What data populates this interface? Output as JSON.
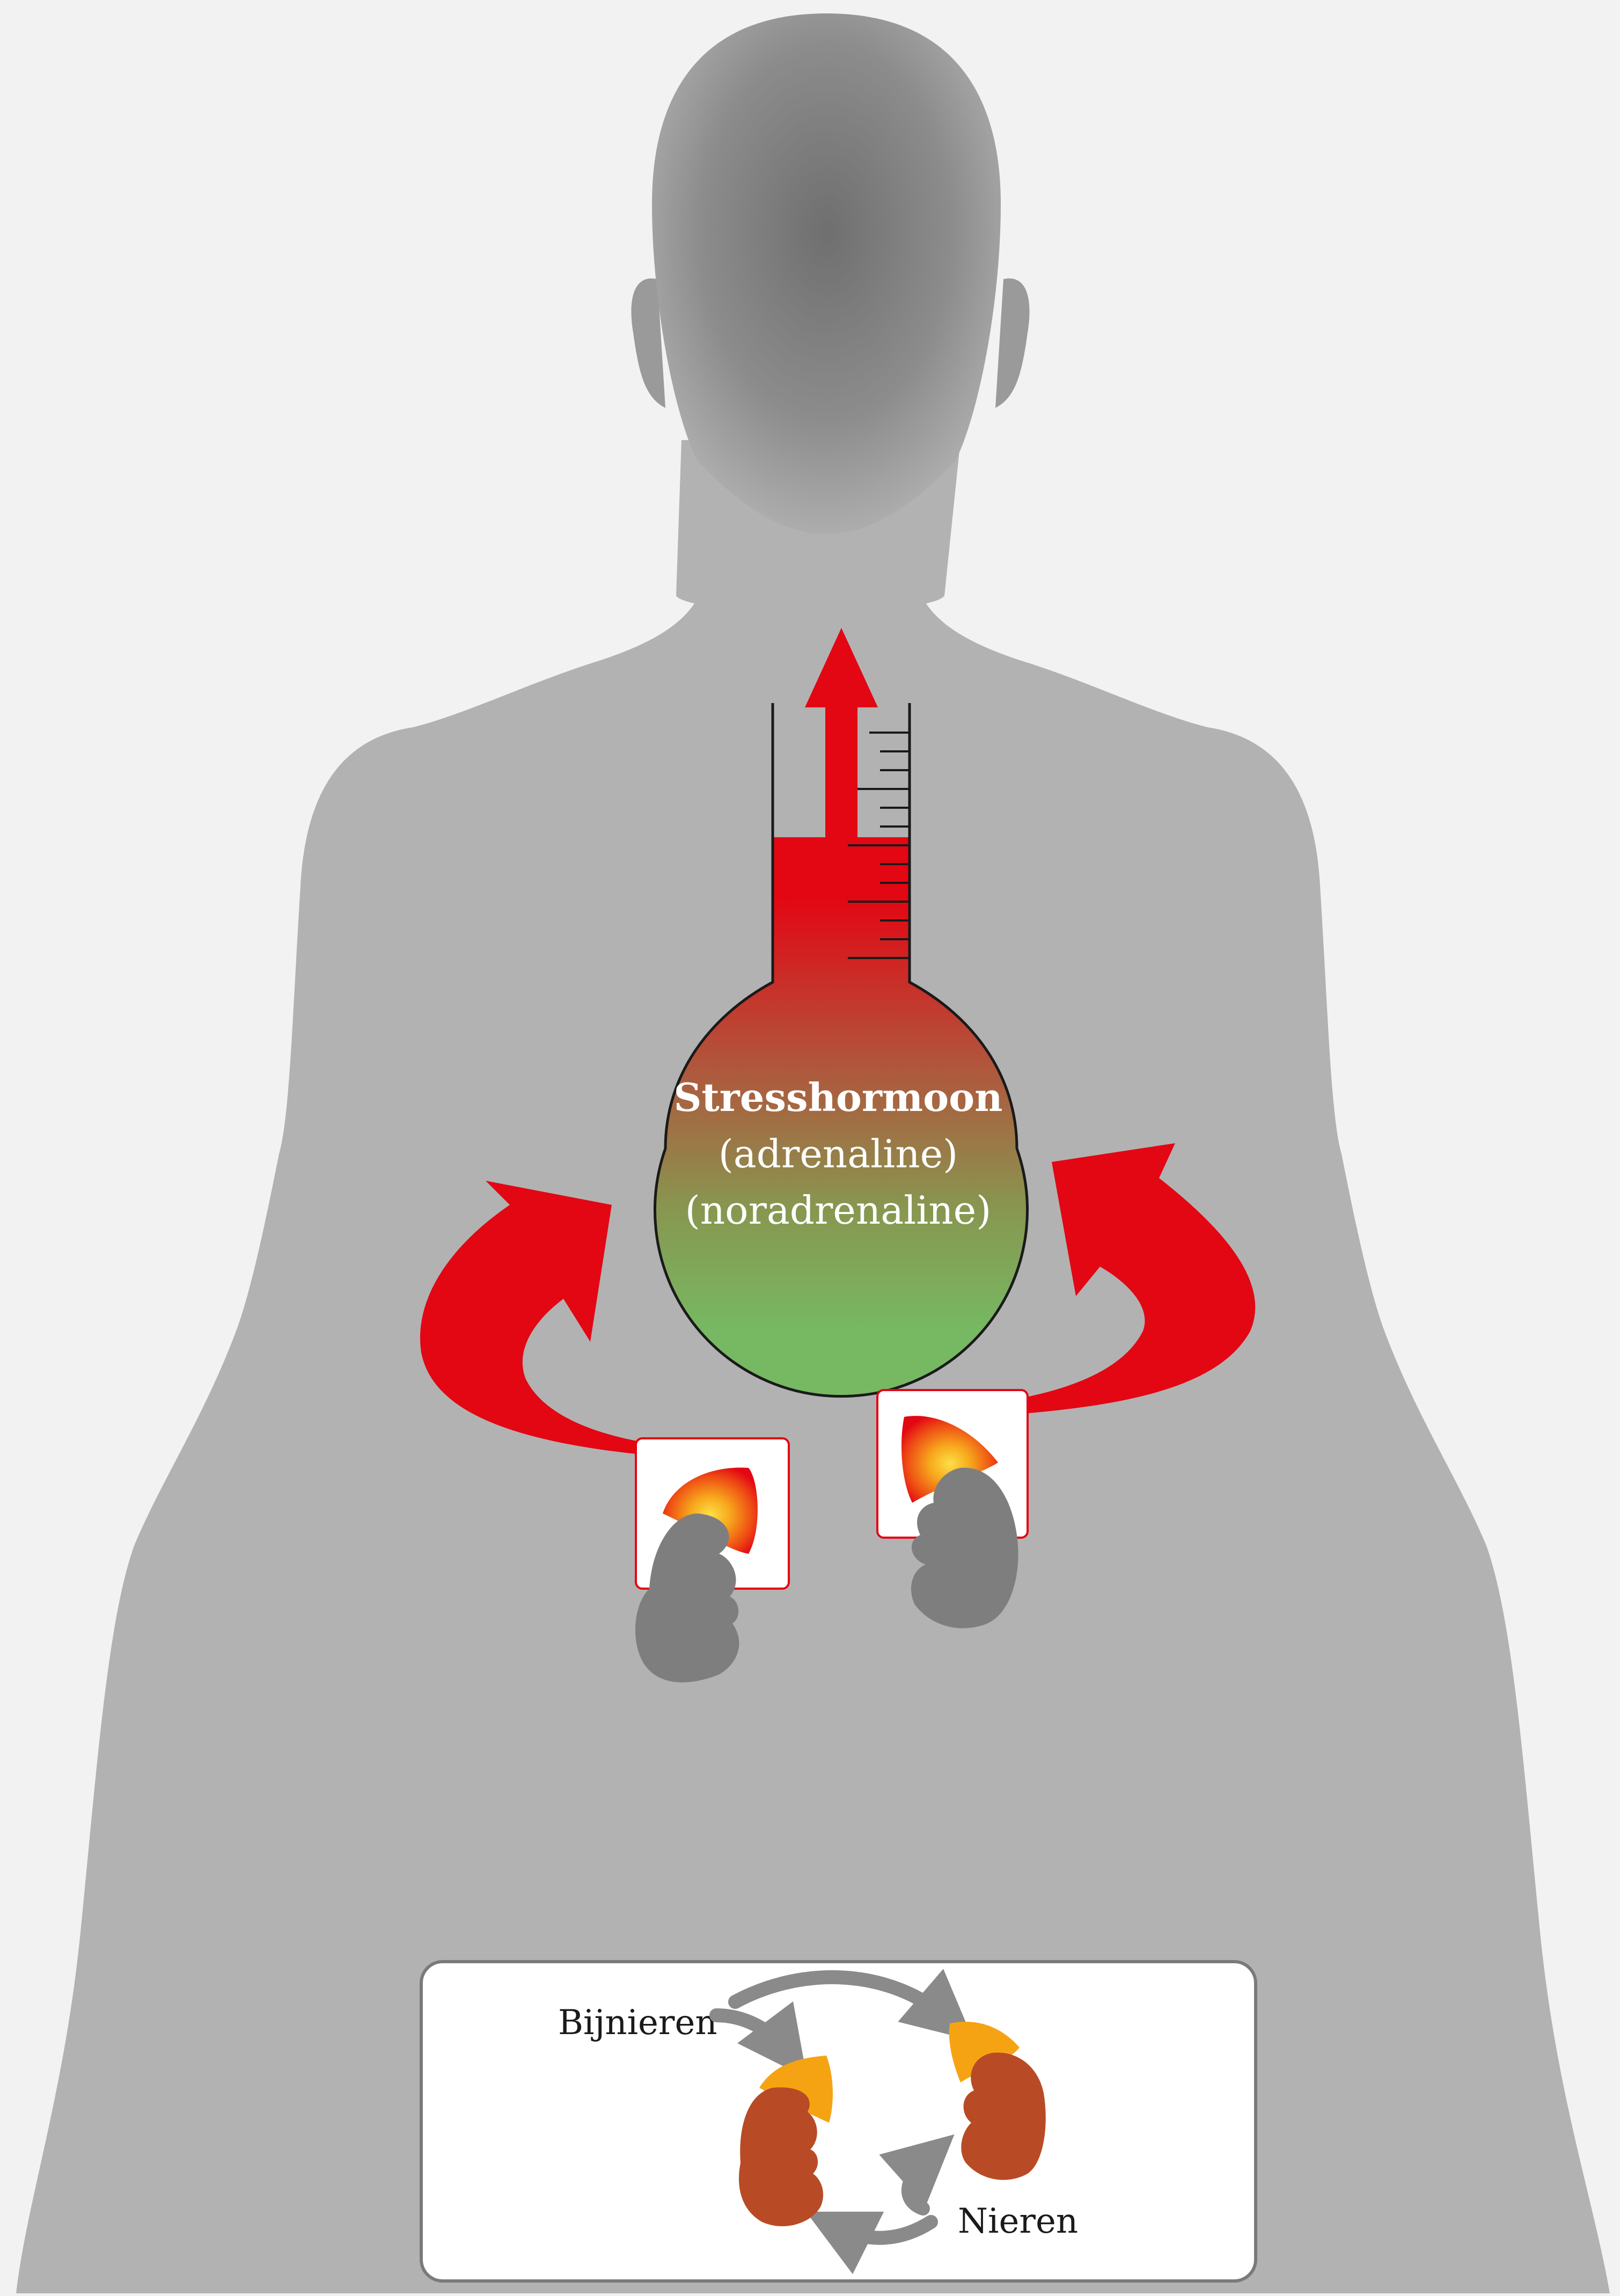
{
  "flask": {
    "line1": "Stresshormoon",
    "line2": "(adrenaline)",
    "line3": "(noradrenaline)"
  },
  "legend": {
    "adrenal_label": "Bijnieren",
    "kidney_label": "Nieren"
  },
  "colors": {
    "background": "#f2f2f2",
    "body": "#b2b2b2",
    "head": "#9a9a9a",
    "arrow_red": "#e30613",
    "flask_green": "#78b564",
    "adrenal_orange": "#f6a313",
    "kidney_brown": "#b84b25",
    "kidney_gray": "#7e7e7e",
    "legend_arrow_gray": "#8a8a8a"
  }
}
